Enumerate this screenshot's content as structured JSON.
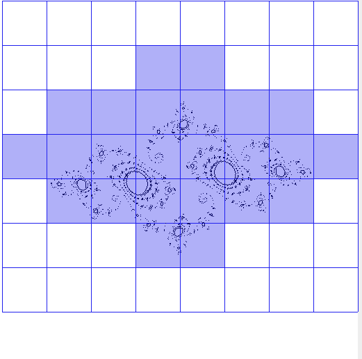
{
  "colors": {
    "background": "#ffffff",
    "outer_frame": "#eeeeee",
    "grid_line": "#2020ee",
    "highlight_fill": "#b0b0f8",
    "curve": "#0a0a64"
  },
  "grid": {
    "columns": 8,
    "rows": 7,
    "highlighted_cells": [
      [
        1,
        3
      ],
      [
        1,
        4
      ],
      [
        2,
        1
      ],
      [
        2,
        2
      ],
      [
        2,
        3
      ],
      [
        2,
        4
      ],
      [
        2,
        5
      ],
      [
        2,
        6
      ],
      [
        3,
        0
      ],
      [
        3,
        1
      ],
      [
        3,
        2
      ],
      [
        3,
        3
      ],
      [
        3,
        4
      ],
      [
        3,
        5
      ],
      [
        3,
        6
      ],
      [
        3,
        7
      ],
      [
        4,
        1
      ],
      [
        4,
        2
      ],
      [
        4,
        3
      ],
      [
        4,
        4
      ],
      [
        4,
        5
      ],
      [
        4,
        6
      ],
      [
        5,
        3
      ],
      [
        5,
        4
      ]
    ]
  },
  "figure": {
    "subject": "fractal-julia-set-curve"
  }
}
